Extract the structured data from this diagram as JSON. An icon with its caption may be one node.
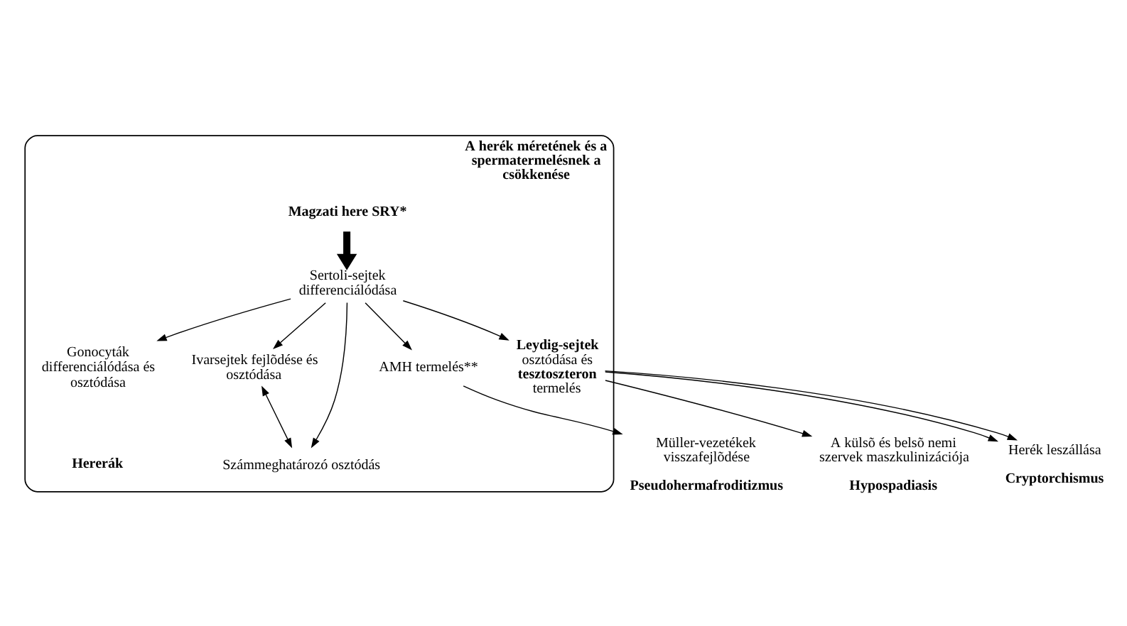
{
  "diagram": {
    "nodes": [
      {
        "text": [
          "A herék méretének és a spermatermelésnek a csökkenése"
        ]
      },
      {
        "text": [
          "Magzati here SRY*"
        ],
        "in": 0
      },
      {
        "text": [
          "Sertoli-sejtek differenciálódása"
        ],
        "in": 0
      },
      {
        "text": [
          "Gonocyták differenciálódása és osztódása"
        ],
        "in": 0
      },
      {
        "text": [
          "Ivarsejtek fejlõdése és osztódása"
        ],
        "in": 0
      },
      {
        "text": [
          "AMH termelés**"
        ],
        "in": 0
      },
      {
        "text": [
          "Számmeghatározó osztódás"
        ],
        "in": 0
      },
      {
        "text": [
          "**Leydig-sejtek** osztódása és **tesztoszteron** termelés"
        ],
        "in": 0
      },
      {
        "text": [
          "A külsõ és belsõ nemi szervek maszkulinizációja",
          "Hypospadiasis"
        ]
      },
      {
        "text": [
          "Herék leszállása",
          "Cryptorchismus"
        ]
      },
      {
        "text": [
          "Müller-vezetékek visszafejlõdése",
          "Pseudohermafroditizmus"
        ]
      }
    ],
    "edges": [
      {
        "from": 1,
        "to": 2,
        "arrow": "to",
        "style": "thick"
      },
      {
        "from": 2,
        "to": 3,
        "arrow": "to"
      },
      {
        "from": 2,
        "to": 4,
        "arrow": "to"
      },
      {
        "from": 2,
        "to": 5,
        "arrow": "to"
      },
      {
        "from": 2,
        "to": 6,
        "arrow": "to"
      },
      {
        "from": 2,
        "to": 7,
        "arrow": "to"
      },
      {
        "from": 4,
        "to": 6,
        "arrow": "both"
      },
      {
        "from": 7,
        "to": 8,
        "arrow": "to"
      },
      {
        "from": 7,
        "to": 9,
        "arrow": "to"
      },
      {
        "from": 7,
        "to": 9,
        "arrow": "to"
      },
      {
        "from": 5,
        "to": 10,
        "arrow": "to"
      }
    ],
    "labels": [
      "Hererák"
    ]
  }
}
